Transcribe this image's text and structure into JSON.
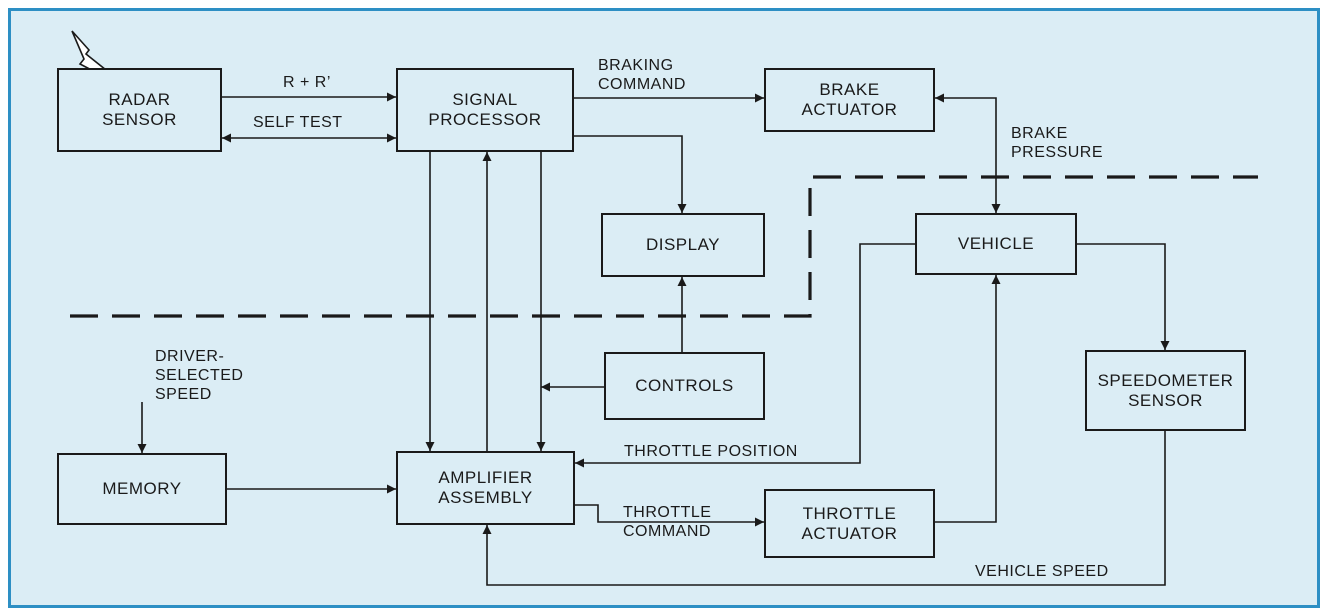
{
  "blocks": {
    "radar_sensor": "RADAR\nSENSOR",
    "signal_processor": "SIGNAL\nPROCESSOR",
    "brake_actuator": "BRAKE\nACTUATOR",
    "display": "DISPLAY",
    "vehicle": "VEHICLE",
    "controls": "CONTROLS",
    "speedometer_sensor": "SPEEDOMETER\nSENSOR",
    "memory": "MEMORY",
    "amplifier_assembly": "AMPLIFIER\nASSEMBLY",
    "throttle_actuator": "THROTTLE\nACTUATOR"
  },
  "labels": {
    "r_plus_r_prime": "R + R’",
    "self_test": "SELF TEST",
    "braking_command": "BRAKING\nCOMMAND",
    "brake_pressure": "BRAKE\nPRESSURE",
    "driver_selected_speed": "DRIVER-\nSELECTED\nSPEED",
    "throttle_position": "THROTTLE POSITION",
    "throttle_command": "THROTTLE\nCOMMAND",
    "vehicle_speed": "VEHICLE SPEED"
  },
  "icons": {
    "radar_signal": "lightning-bolt-icon"
  },
  "colors": {
    "frame_border": "#2d8fc4",
    "background": "#dbedf5",
    "ink": "#1a1a1a"
  }
}
